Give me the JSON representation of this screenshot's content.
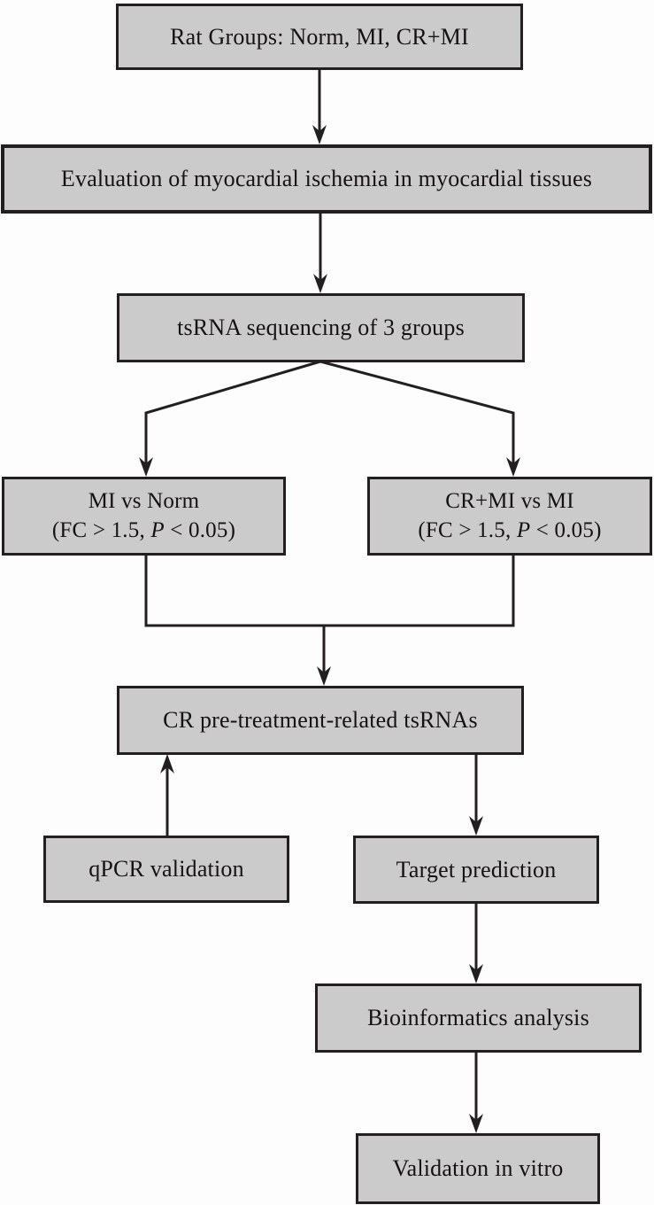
{
  "diagram": {
    "title": "tsRNA study workflow flowchart",
    "colors": {
      "box_fill": "#cccbcb",
      "box_border": "#231f20",
      "line": "#231f20",
      "background": "#fdfdfd",
      "text": "#151213"
    },
    "nodes": {
      "rat_groups": {
        "label": "Rat Groups: Norm, MI, CR+MI"
      },
      "evaluation": {
        "label": "Evaluation of myocardial ischemia in myocardial tissues"
      },
      "tsrna_sequencing": {
        "label": "tsRNA sequencing of 3 groups"
      },
      "mi_vs_norm": {
        "line1": "MI vs Norm",
        "criteria_pre": "(FC > 1.5, ",
        "criteria_italic": "P",
        "criteria_post": " < 0.05)"
      },
      "crmi_vs_mi": {
        "line1": "CR+MI vs MI",
        "criteria_pre": "(FC > 1.5, ",
        "criteria_italic": "P",
        "criteria_post": " < 0.05)"
      },
      "cr_tsrnas": {
        "label": "CR pre-treatment-related tsRNAs"
      },
      "qpcr": {
        "label": "qPCR validation"
      },
      "target_prediction": {
        "label": "Target prediction"
      },
      "bioinformatics": {
        "label": "Bioinformatics analysis"
      },
      "validation_in_vitro": {
        "label": "Validation in vitro"
      }
    },
    "edges": [
      "rat_groups -> evaluation",
      "evaluation -> tsrna_sequencing",
      "tsrna_sequencing -> mi_vs_norm",
      "tsrna_sequencing -> crmi_vs_mi",
      "mi_vs_norm -> cr_tsrnas",
      "crmi_vs_mi -> cr_tsrnas",
      "qpcr -> cr_tsrnas",
      "cr_tsrnas -> target_prediction",
      "target_prediction -> bioinformatics",
      "bioinformatics -> validation_in_vitro"
    ]
  }
}
